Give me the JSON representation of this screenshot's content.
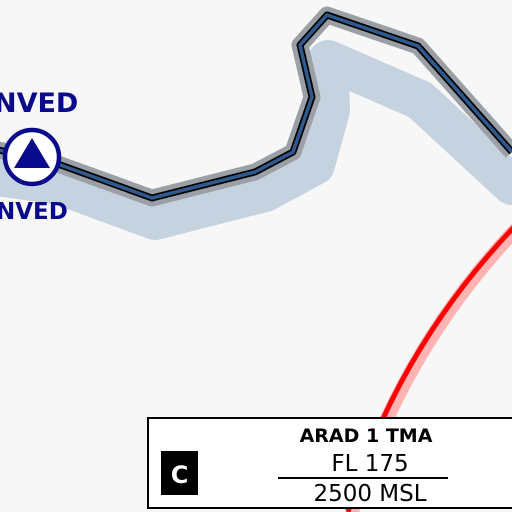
{
  "map": {
    "background_color": "#f7f7f7",
    "border_colors": {
      "casing": "#9aa0a6",
      "halo": "#c5d3e0",
      "line": "#2f5a8f",
      "outline": "#000000"
    },
    "airspace_arc_color": "#ff0000",
    "airspace_arc_halo": "#ffb3b3"
  },
  "waypoint": {
    "name_top": "NVED",
    "name_bottom": "NVED",
    "icon": "triangle-in-circle-icon",
    "color": "#0a0a8c"
  },
  "airspace_box": {
    "class_letter": "C",
    "name": "ARAD 1 TMA",
    "upper_limit": "FL 175",
    "lower_limit": "2500 MSL"
  }
}
